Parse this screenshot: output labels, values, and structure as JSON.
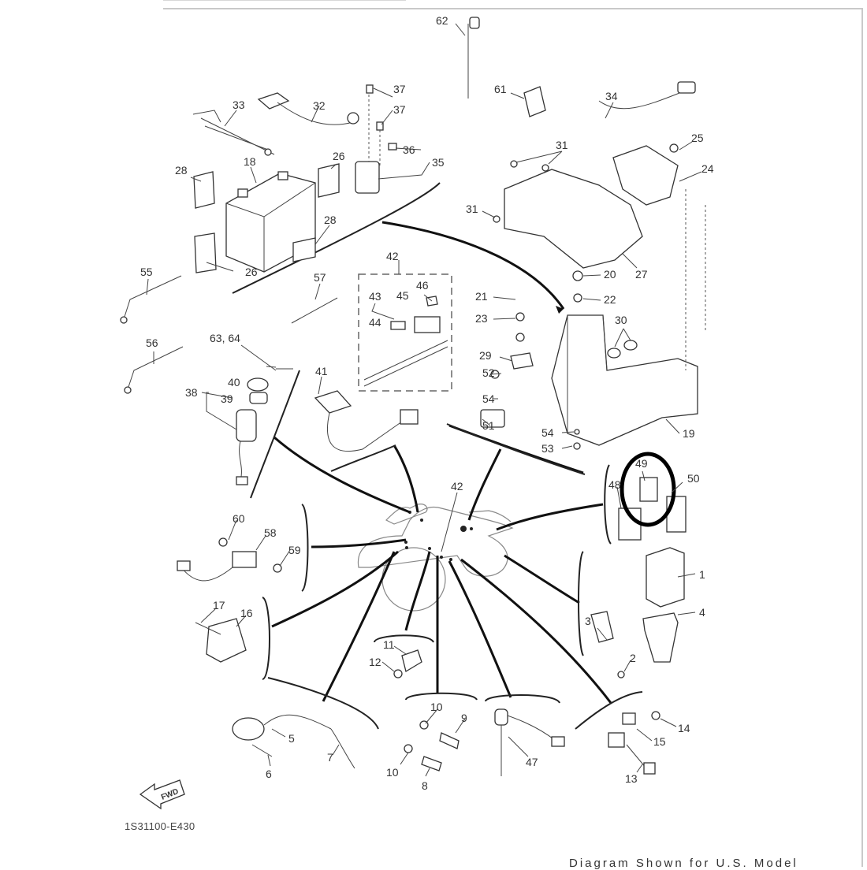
{
  "document": {
    "type": "exploded-parts-diagram",
    "drawing_code": "1S31100-E430",
    "direction_badge": "FWD",
    "footer_text_partial": "Diagram Shown for U.S. Model",
    "highlight": {
      "part": "49",
      "shape": "ellipse"
    }
  },
  "callouts": {
    "p1": "1",
    "p2": "2",
    "p3": "3",
    "p4": "4",
    "p5": "5",
    "p6": "6",
    "p7": "7",
    "p8": "8",
    "p9": "9",
    "p10a": "10",
    "p10b": "10",
    "p11": "11",
    "p12": "12",
    "p13": "13",
    "p14": "14",
    "p15": "15",
    "p16": "16",
    "p17": "17",
    "p18": "18",
    "p19": "19",
    "p20": "20",
    "p21": "21",
    "p22": "22",
    "p23": "23",
    "p24": "24",
    "p25": "25",
    "p26a": "26",
    "p26b": "26",
    "p27": "27",
    "p28a": "28",
    "p28b": "28",
    "p29": "29",
    "p30": "30",
    "p31a": "31",
    "p31b": "31",
    "p32": "32",
    "p33": "33",
    "p34": "34",
    "p35": "35",
    "p36": "36",
    "p37a": "37",
    "p37b": "37",
    "p38": "38",
    "p39": "39",
    "p40": "40",
    "p41": "41",
    "p42a": "42",
    "p42b": "42",
    "p43": "43",
    "p44": "44",
    "p45": "45",
    "p46": "46",
    "p47": "47",
    "p48": "48",
    "p49": "49",
    "p50": "50",
    "p51": "51",
    "p52": "52",
    "p53": "53",
    "p54a": "54",
    "p54b": "54",
    "p55": "55",
    "p56": "56",
    "p57": "57",
    "p58": "58",
    "p59": "59",
    "p60": "60",
    "p61": "61",
    "p62": "62",
    "p6364": "63, 64"
  }
}
